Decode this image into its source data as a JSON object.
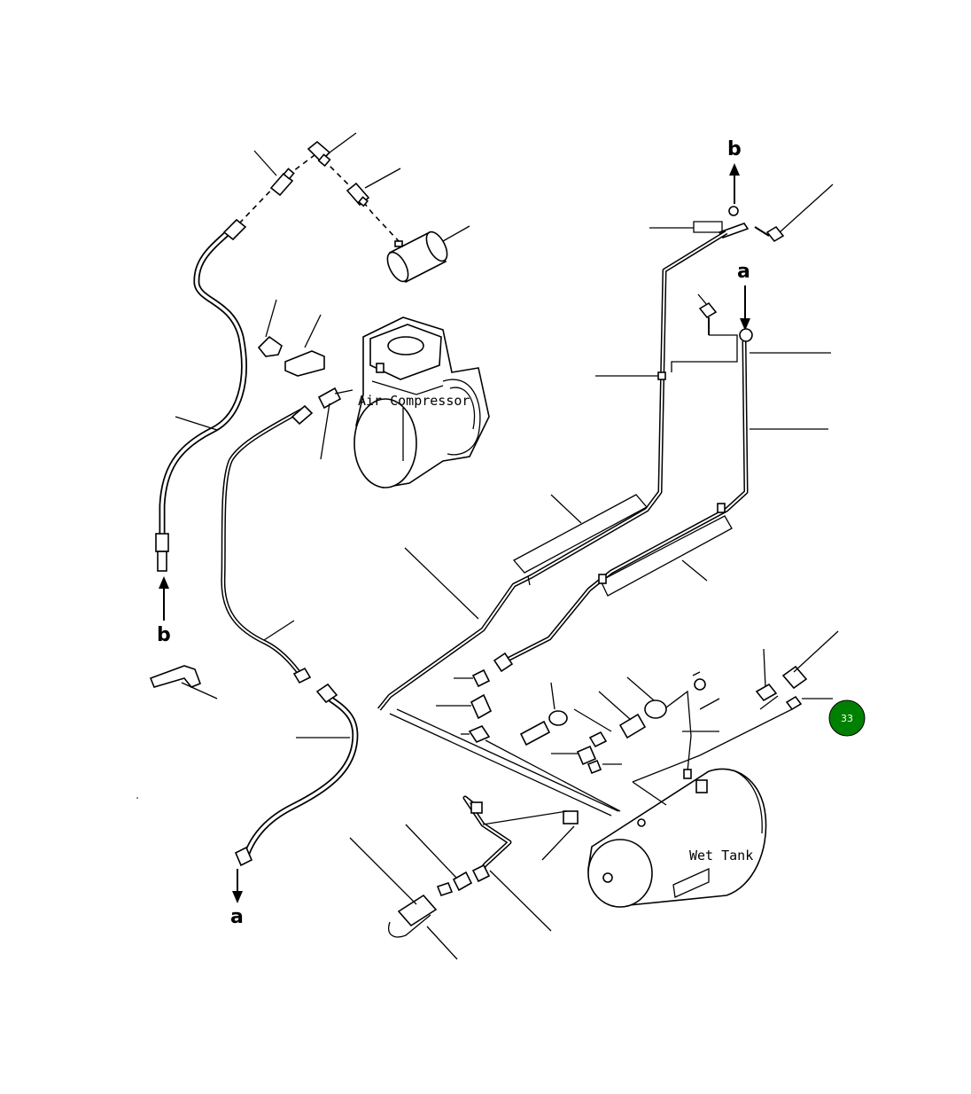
{
  "labels": {
    "air_compressor": "Air Compressor",
    "wet_tank": "Wet Tank",
    "ref_a_top": "a",
    "ref_a_bottom": "a",
    "ref_b_top": "b",
    "ref_b_left": "b"
  },
  "callout": {
    "number": "33",
    "color": "#008000"
  }
}
